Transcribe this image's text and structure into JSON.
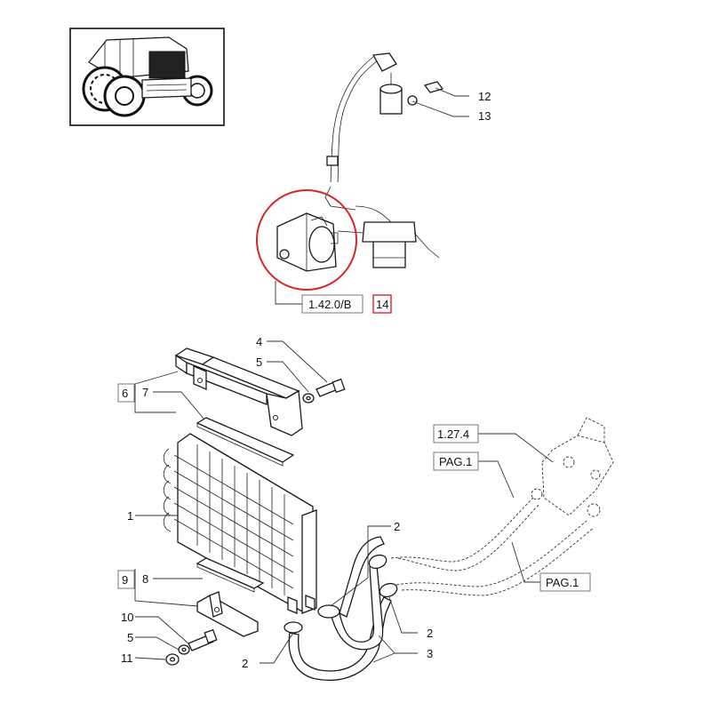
{
  "callouts": {
    "c1": "1",
    "c2a": "2",
    "c2b": "2",
    "c2c": "2",
    "c3": "3",
    "c4": "4",
    "c5a": "5",
    "c5b": "5",
    "c6": "6",
    "c7": "7",
    "c8": "8",
    "c9": "9",
    "c10": "10",
    "c11": "11",
    "c12": "12",
    "c13": "13",
    "c14": "14"
  },
  "references": {
    "ref_1420b": "1.42.0/B",
    "ref_1274": "1.27.4",
    "ref_pag_top": "PAG.1",
    "ref_pag_right": "PAG.1"
  },
  "colors": {
    "highlight": "#d9242b",
    "line": "#333333",
    "box": "#777777"
  }
}
